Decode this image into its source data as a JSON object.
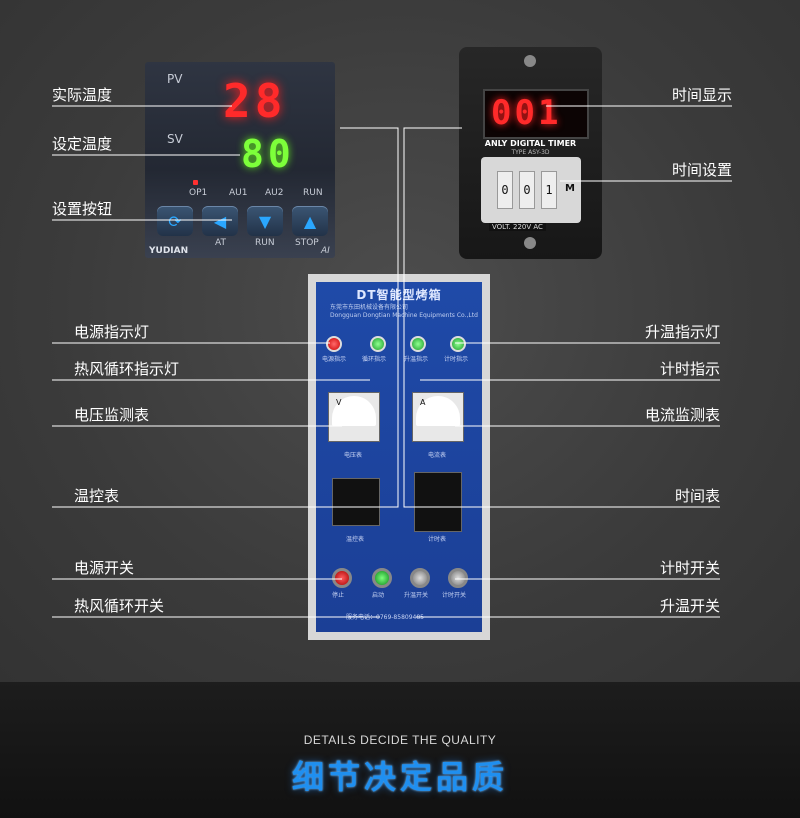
{
  "labels": {
    "pv_actual_temp": "实际温度",
    "sv_set_temp": "设定温度",
    "set_button": "设置按钮",
    "time_display": "时间显示",
    "time_setting": "时间设置",
    "power_indicator": "电源指示灯",
    "hot_air_indicator": "热风循环指示灯",
    "heating_indicator": "升温指示灯",
    "timing_indicator": "计时指示",
    "voltage_meter": "电压监测表",
    "current_meter": "电流监测表",
    "temp_controller": "温控表",
    "timer_meter": "时间表",
    "power_switch": "电源开关",
    "hot_air_switch": "热风循环开关",
    "timer_switch": "计时开关",
    "heating_switch": "升温开关"
  },
  "controller": {
    "pv_label": "PV",
    "sv_label": "SV",
    "pv_value": "28",
    "sv_value": "80",
    "op1": "OP1",
    "au1": "AU1",
    "au2": "AU2",
    "run_led": "RUN",
    "key_at": "AT",
    "key_run": "RUN",
    "key_stop": "STOP",
    "brand": "YUDIAN",
    "model_tag": "AI"
  },
  "timer": {
    "display": "001",
    "title": "ANLY DIGITAL TIMER",
    "type": "TYPE ASY-3D",
    "dials": [
      "0",
      "0",
      "1"
    ],
    "dial_unit": "M",
    "volt": "VOLT. 220V AC"
  },
  "panel": {
    "title": "DT智能型烤箱",
    "company_cn": "东莞市东田机械设备有限公司",
    "company_en": "Dongguan Dongtian Machine Equipments Co.,Ltd",
    "lamp_labels": [
      "电源指示",
      "循环指示",
      "升温指示",
      "计时指示"
    ],
    "voltage_label": "电压表",
    "current_label": "电流表",
    "meter_v": "V",
    "meter_a": "A",
    "temp_ctrl_label": "温控表",
    "timer_label": "计时表",
    "switch_labels": [
      "停止",
      "启动",
      "升温开关",
      "计时开关"
    ],
    "service_phone": "服务电话：0769-85809485"
  },
  "footer": {
    "tagline": "DETAILS DECIDE THE QUALITY",
    "slogan": "细节决定品质"
  },
  "colors": {
    "led_red": "#ff2a2a",
    "led_green": "#7dff3a",
    "slogan_blue": "#1f8ff0",
    "panel_blue": "#1f4aa8"
  }
}
